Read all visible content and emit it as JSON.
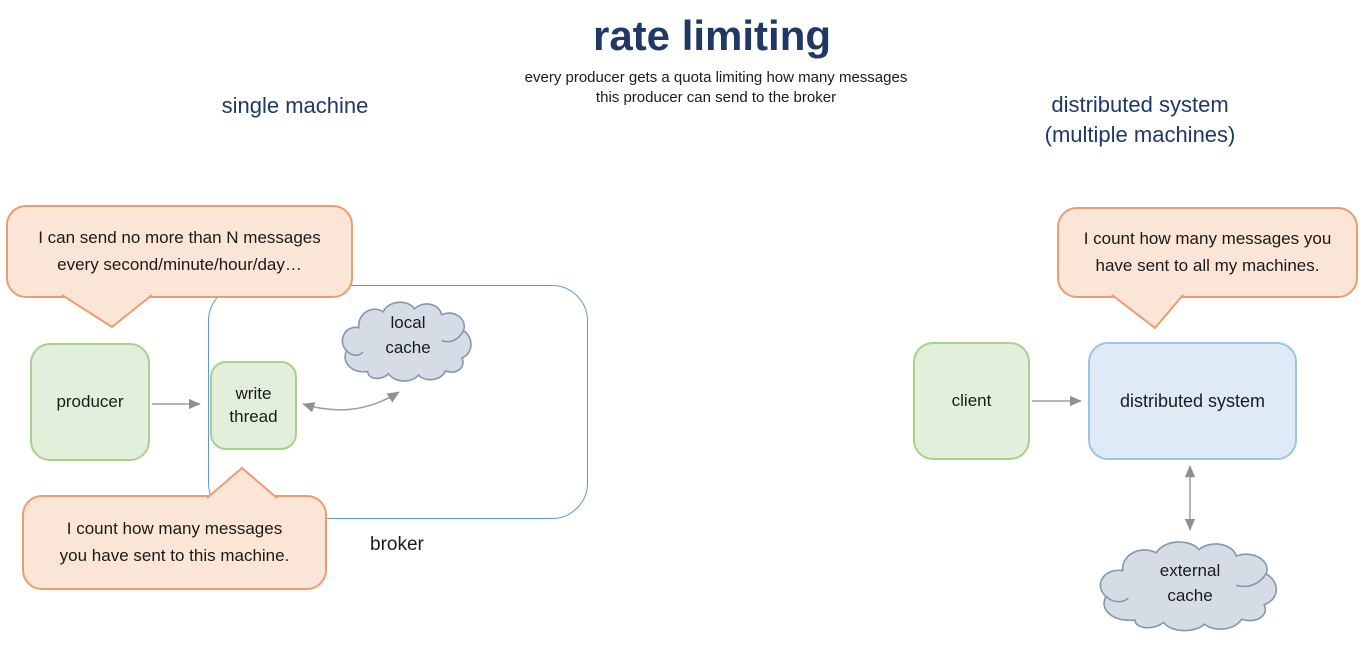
{
  "colors": {
    "navy": "#1F3864",
    "ink": "#1a1a1a",
    "bubble-fill": "#FBE5D6",
    "bubble-border": "#ED9C72",
    "green-fill": "#E2EFDA",
    "green-border": "#A9D18E",
    "blue-fill": "#DEEBF7",
    "blue-border": "#9DC3E6",
    "cloud-fill": "#D6DCE5",
    "cloud-border": "#8496B0",
    "broker-border": "#5B9BD5",
    "arrow": "#9e9e9e"
  },
  "title": "rate limiting",
  "subtitle": {
    "line1": "every producer gets a quota limiting how many messages",
    "line2": "this producer can send to the broker"
  },
  "sections": {
    "left_heading": "single machine",
    "right_heading_line1": "distributed system",
    "right_heading_line2": "(multiple machines)"
  },
  "left": {
    "bubble_quota": {
      "line1": "I can send no more than N messages",
      "line2": "every second/minute/hour/day…"
    },
    "bubble_machine": {
      "line1": "I count how many messages",
      "line2": "you have sent to this machine."
    },
    "producer_label": "producer",
    "write_thread": {
      "line1": "write",
      "line2": "thread"
    },
    "local_cache": {
      "line1": "local",
      "line2": "cache"
    },
    "broker_label": "broker"
  },
  "right": {
    "bubble_all": {
      "line1": "I count how many messages you",
      "line2": "have sent to all my machines."
    },
    "client_label": "client",
    "system_label": "distributed system",
    "external_cache": {
      "line1": "external",
      "line2": "cache"
    }
  }
}
